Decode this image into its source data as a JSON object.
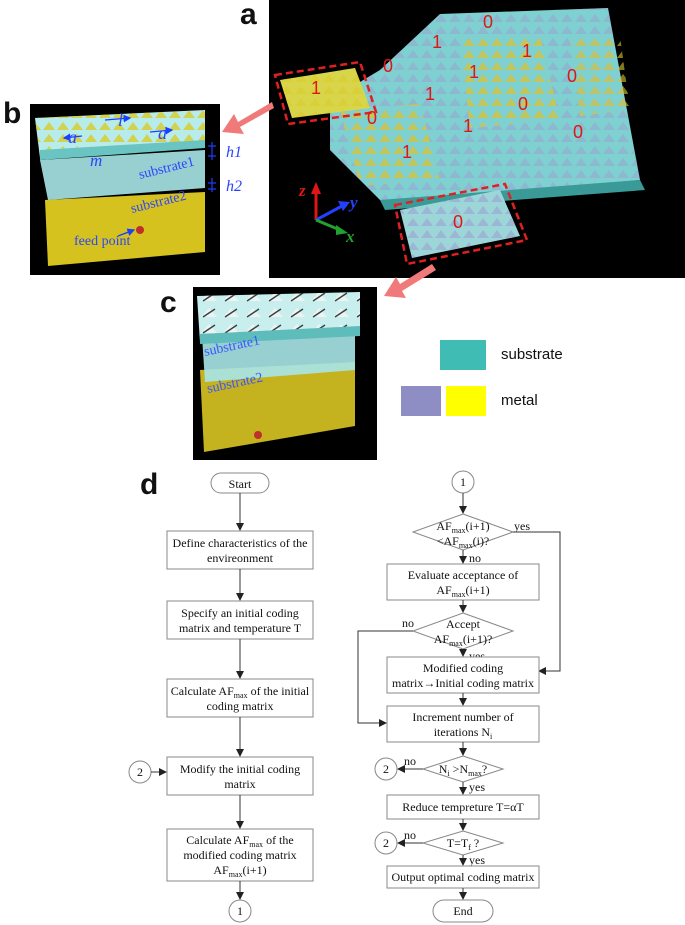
{
  "panel_letters": {
    "a": "a",
    "b": "b",
    "c": "c",
    "d": "d"
  },
  "panel_a": {
    "tile_bits": [
      "0",
      "1",
      "1",
      "1",
      "0",
      "0",
      "1",
      "0",
      "0",
      "1",
      "0",
      "1"
    ],
    "selected_bits": {
      "one": "1",
      "zero": "0"
    },
    "axes": {
      "z": "z",
      "y": "y",
      "x": "x"
    }
  },
  "panel_b": {
    "dims": {
      "a_left": "a",
      "l": "l",
      "a_right": "a",
      "m": "m"
    },
    "layers": {
      "h1": "h1",
      "h2": "h2",
      "substrate1": "substrate1",
      "substrate2": "substrate2"
    },
    "feed": "feed point"
  },
  "panel_c": {
    "substrate1": "substrate1",
    "substrate2": "substrate2"
  },
  "legend": {
    "substrate": "substrate",
    "metal": "metal",
    "colors": {
      "substrate": "#3fbcb4",
      "metal_purple": "#8e8ec4",
      "metal_yellow": "#ffff00"
    }
  },
  "flow_left": {
    "start": "Start",
    "step1": [
      "Define characteristics of the",
      "envireonment"
    ],
    "step2": [
      "Specify an initial coding",
      "matrix and temperature T"
    ],
    "step3_a": "Calculate AF",
    "step3_sub": "max",
    "step3_b": " of the initial",
    "step3_line2": "coding matrix",
    "step4": [
      "Modify the initial coding",
      "matrix"
    ],
    "step4_in": "2",
    "step5_a": "Calculate AF",
    "step5_sub": "max",
    "step5_b": " of the",
    "step5_line2": "modified coding matrix",
    "step5_l3a": "AF",
    "step5_l3sub": "max",
    "step5_l3b": "(i+1)",
    "end_connector": "1"
  },
  "flow_right": {
    "connector": "1",
    "d1_l1a": "AF",
    "d1_l1sub": "max",
    "d1_l1b": "(i+1)",
    "d1_l2a": "<AF",
    "d1_l2sub": "max",
    "d1_l2b": "(i)?",
    "d1_yes": "yes",
    "d1_no": "no",
    "b1_l1": "Evaluate acceptance of",
    "b1_l2a": "AF",
    "b1_l2sub": "max",
    "b1_l2b": "(i+1)",
    "d2_l1": "Accept",
    "d2_l2a": "AF",
    "d2_l2sub": "max",
    "d2_l2b": "(i+1)?",
    "d2_no": "no",
    "d2_yes": "yes",
    "b2": [
      "Modified coding",
      "matrix→Initial coding matrix"
    ],
    "b3_l1": "Increment number of",
    "b3_l2a": "iterations N",
    "b3_l2sub": "i",
    "d3_a": "N",
    "d3_sub1": "i",
    "d3_b": " >N",
    "d3_sub2": "max",
    "d3_c": "?",
    "d3_no": "no",
    "d3_yes": "yes",
    "d3_out": "2",
    "b4": "Reduce tempreture T=αT",
    "d4_a": "T=T",
    "d4_sub": "f",
    "d4_b": " ?",
    "d4_no": "no",
    "d4_yes": "yes",
    "d4_out": "2",
    "b5": "Output optimal coding matrix",
    "end": "End"
  }
}
